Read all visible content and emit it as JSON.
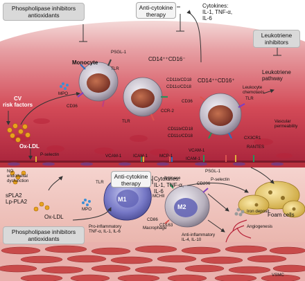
{
  "boxes": {
    "top_left": "Phospholipase inhibitors\nantioxidants",
    "anti_cytokine_top": "Anti-cytokine\ntherapy",
    "leukotriene": "Leukotriene\ninhibitors",
    "anti_cytokine_mid": "Anti-cytokine\ntherapy",
    "bottom_left": "Phospholipase inhibitors\nantioxidants",
    "cv_risk": "CV\nrisk factors"
  },
  "labels": {
    "cytokines_top": "Cytokines:\nIL-1, TNF-α,\nIL-6",
    "psgl1_top": "PSGL-1",
    "monocyte": "Monocyte",
    "tlr_top": "TLR",
    "mpo_top": "MPO",
    "cd36_left": "CD36",
    "cd14_left": "CD14⁺⁺CD16⁻",
    "cd14_right": "CD14⁺⁺CD16⁺",
    "cd11b_a": "CD11b/CD18",
    "cd11c_a": "CD11c/CD18",
    "cd36_right": "CD36",
    "ccr2": "CCR-2",
    "tlr_mid": "TLR",
    "leuk_pathway": "Leukotriene\npathway",
    "leuk_chemo": "Leukocyte\nchemotaxis",
    "tlr_right": "TLR",
    "cd11b_b": "CD11b/CD18",
    "cd11c_b": "CD11c/CD18",
    "cx3cr1": "CX3CR1",
    "rantes": "RANTES",
    "vasc_perm": "Vascular\npermeability",
    "oxldl_top": "Ox-LDL",
    "pselectin_l": "P-selectin",
    "vcam1_a": "VCAM-1",
    "icam1_a": "ICAM-1",
    "mcp1": "MCP-1",
    "vcam1_b": "VCAM-1",
    "icam1_b": "ICAM-1",
    "no_endo": "NO\nendothelial\ndysfunction",
    "psgl1_bot": "PSGL-1",
    "pselectin_r": "P-selectin",
    "mpo_bot": "MPO",
    "cytokines_mid": "Cytokines:\nIL-1, TNF-α,\nIL-6",
    "splA2": "sPLA2\nLp-PLA2",
    "tlr_bot": "TLR",
    "m1": "M1",
    "mchii": "MCHII",
    "foam": "Foam cells",
    "arginase": "Arginase",
    "cd206": "CD206",
    "m2": "M2",
    "iron": "Iron deposit",
    "oxldl_bot": "Ox-LDL",
    "cd86": "CD86",
    "pro_inflam": "Pro-inflammatory\nTNF-α, IL-1, IL-6",
    "macrophage": "Macrophage",
    "cd163": "CD163",
    "angio": "Angiogenesis",
    "anti_inflam": "Anti-inflammatory\nIL-4, IL-10",
    "vsmc": "VSMC"
  },
  "colors": {
    "lumen": "#d34a57",
    "lumen_dark": "#a8233b",
    "intima": "#f2c9c3",
    "endothelium": "#b8323f",
    "monocyte": "#c9c3cf",
    "nucleus": "#8a3b2e",
    "foam": "#e8c65a",
    "lipid": "#e8a21f",
    "vsmc": "#c84a4a"
  }
}
